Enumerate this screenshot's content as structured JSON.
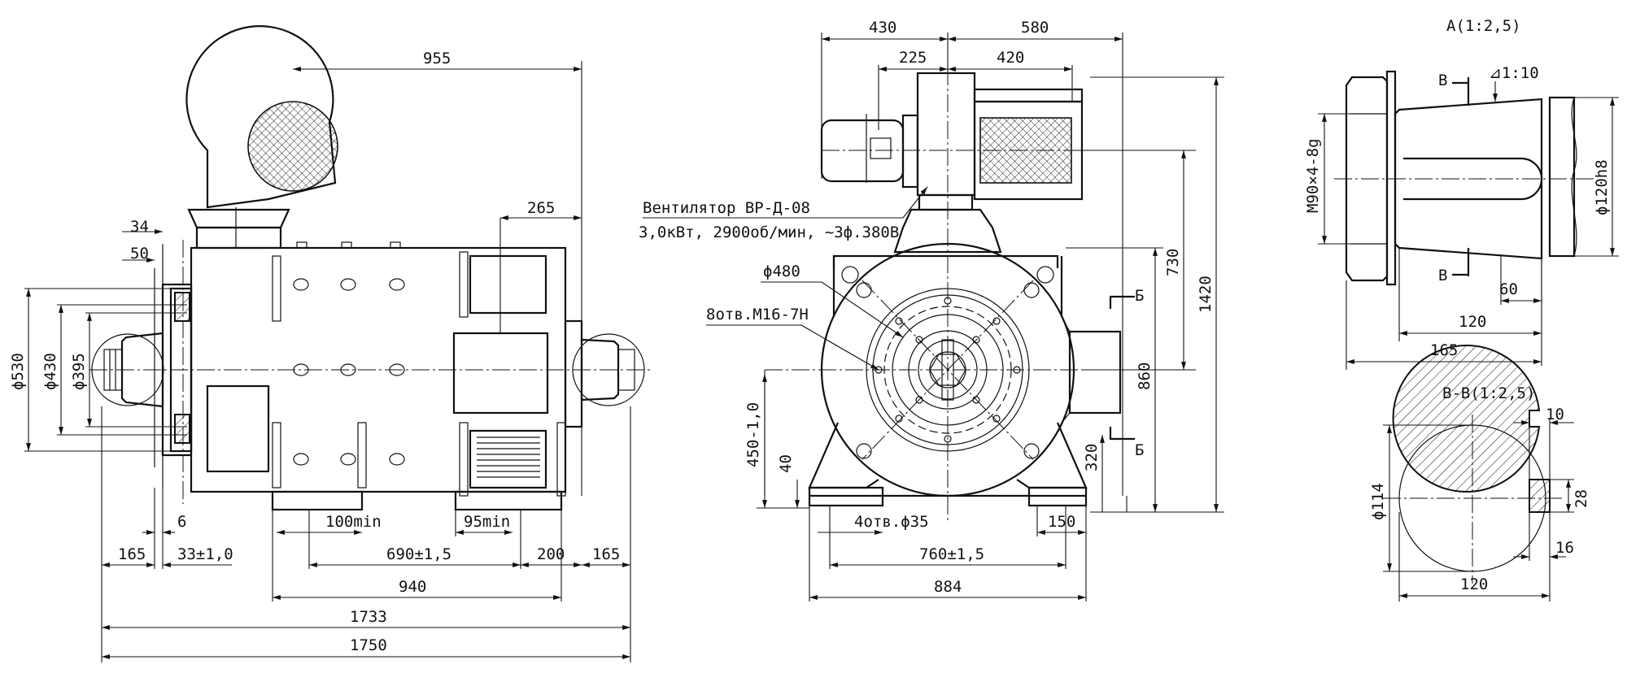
{
  "side_view": {
    "d955": "955",
    "d265": "265",
    "d34": "34",
    "d50": "50",
    "d530": "ϕ530",
    "d430": "ϕ430",
    "d395": "ϕ395",
    "d6": "6",
    "d165a": "165",
    "d33": "33±1,0",
    "d100min": "100min",
    "d95min": "95min",
    "d690": "690±1,5",
    "d200": "200",
    "d165b": "165",
    "d940": "940",
    "d1733": "1733",
    "d1750": "1750"
  },
  "front_view": {
    "d430": "430",
    "d580": "580",
    "d225": "225",
    "d420": "420",
    "fan_label": "Вентилятор  ВР-Д-08",
    "fan_spec": "3,0кВт,  2900об/мин,  ~3ф.380В",
    "d480": "ϕ480",
    "holes": "8отв.М16-7Н",
    "d730": "730",
    "d1420": "1420",
    "d860": "860",
    "d320": "320",
    "d450": "450-1,0",
    "d40": "40",
    "holes_base": "4отв.ϕ35",
    "d150": "150",
    "d760": "760±1,5",
    "d884": "884",
    "section_mark_top": "Б",
    "section_mark_bottom": "Б"
  },
  "detail_a": {
    "title": "А(1:2,5)",
    "mark_top": "В",
    "mark_bottom": "В",
    "taper": "⊿1:10",
    "thread": "М90×4-8g",
    "shaft": "ϕ120h8",
    "d60": "60",
    "d120": "120",
    "d165": "165"
  },
  "section_bb": {
    "title": "В-В(1:2,5)",
    "d10": "10",
    "d28": "28",
    "d114": "ϕ114",
    "d16": "16",
    "d120": "120"
  }
}
